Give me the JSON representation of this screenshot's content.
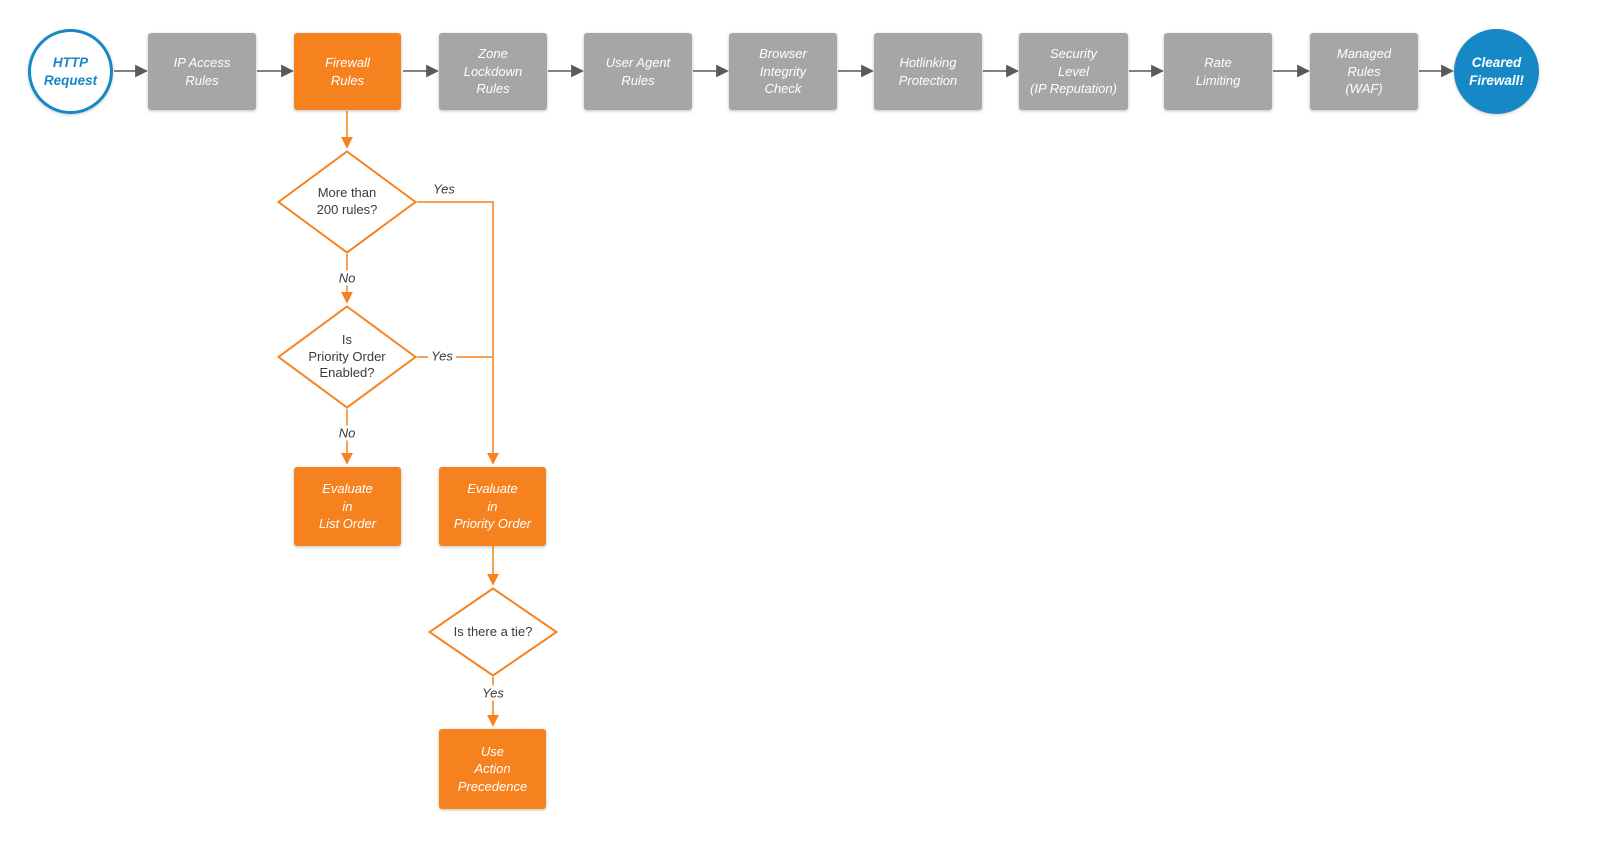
{
  "colors": {
    "orange": "#F6821F",
    "gray_box": "#A6A6A6",
    "blue": "#1788C6",
    "connector_gray": "#5A5A5A",
    "text_dark": "#3B3B3B",
    "background": "#FFFFFF"
  },
  "nodes": {
    "start": "HTTP\nRequest",
    "ip_access_rules": "IP Access\nRules",
    "firewall_rules": "Firewall\nRules",
    "zone_lockdown_rules": "Zone\nLockdown\nRules",
    "user_agent_rules": "User Agent\nRules",
    "browser_integrity_check": "Browser\nIntegrity\nCheck",
    "hotlinking_protection": "Hotlinking\nProtection",
    "security_level": "Security\nLevel\n(IP Reputation)",
    "rate_limiting": "Rate\nLimiting",
    "managed_rules_waf": "Managed\nRules\n(WAF)",
    "end": "Cleared\nFirewall!",
    "decision_more_than_200": "More than\n200 rules?",
    "decision_priority_order": "Is\nPriority Order\nEnabled?",
    "evaluate_list_order": "Evaluate\nin\nList Order",
    "evaluate_priority_order": "Evaluate\nin\nPriority Order",
    "decision_tie": "Is there a tie?",
    "use_action_precedence": "Use\nAction\nPrecedence"
  },
  "edge_labels": {
    "more_than_200_yes": "Yes",
    "more_than_200_no": "No",
    "priority_order_yes": "Yes",
    "priority_order_no": "No",
    "tie_yes": "Yes"
  }
}
